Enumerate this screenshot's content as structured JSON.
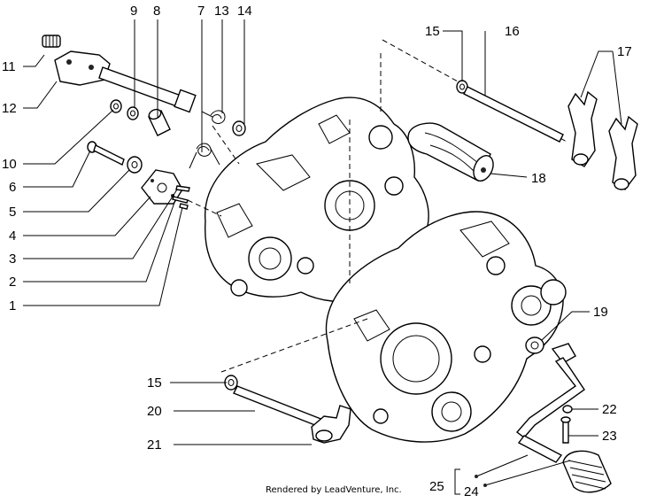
{
  "diagram": {
    "callouts": [
      {
        "id": "c1",
        "label": "1"
      },
      {
        "id": "c2",
        "label": "2"
      },
      {
        "id": "c3",
        "label": "3"
      },
      {
        "id": "c4",
        "label": "4"
      },
      {
        "id": "c5",
        "label": "5"
      },
      {
        "id": "c6",
        "label": "6"
      },
      {
        "id": "c7",
        "label": "7"
      },
      {
        "id": "c8",
        "label": "8"
      },
      {
        "id": "c9",
        "label": "9"
      },
      {
        "id": "c10",
        "label": "10"
      },
      {
        "id": "c11",
        "label": "11"
      },
      {
        "id": "c12",
        "label": "12"
      },
      {
        "id": "c13",
        "label": "13"
      },
      {
        "id": "c14",
        "label": "14"
      },
      {
        "id": "c15a",
        "label": "15"
      },
      {
        "id": "c15b",
        "label": "15"
      },
      {
        "id": "c16",
        "label": "16"
      },
      {
        "id": "c17",
        "label": "17"
      },
      {
        "id": "c18",
        "label": "18"
      },
      {
        "id": "c19",
        "label": "19"
      },
      {
        "id": "c20",
        "label": "20"
      },
      {
        "id": "c21",
        "label": "21"
      },
      {
        "id": "c22",
        "label": "22"
      },
      {
        "id": "c23",
        "label": "23"
      },
      {
        "id": "c24",
        "label": "24"
      },
      {
        "id": "c25",
        "label": "25"
      }
    ],
    "credit": "Rendered by LeadVenture, Inc."
  }
}
